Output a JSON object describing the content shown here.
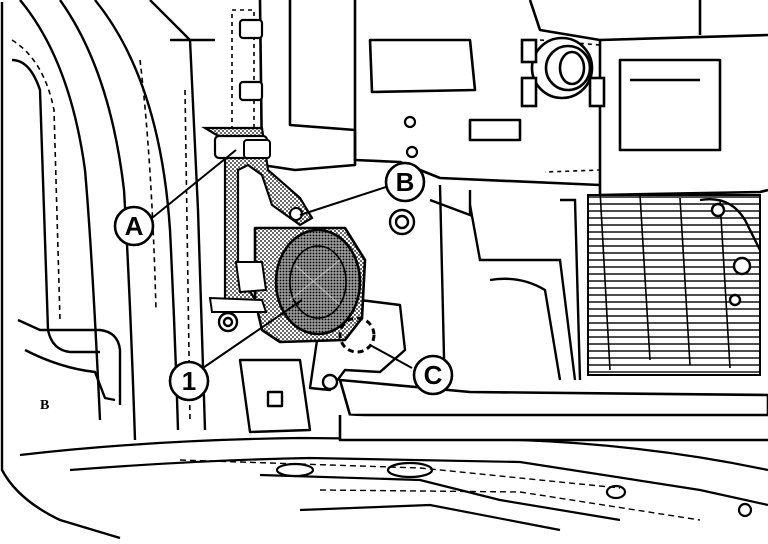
{
  "callouts": {
    "a": "A",
    "b": "B",
    "c": "C",
    "one": "1"
  },
  "embossed_marks": {
    "body_mark": "B"
  },
  "colors": {
    "line": "#000000",
    "background": "#ffffff",
    "component_shade": "#6e6e6e"
  }
}
